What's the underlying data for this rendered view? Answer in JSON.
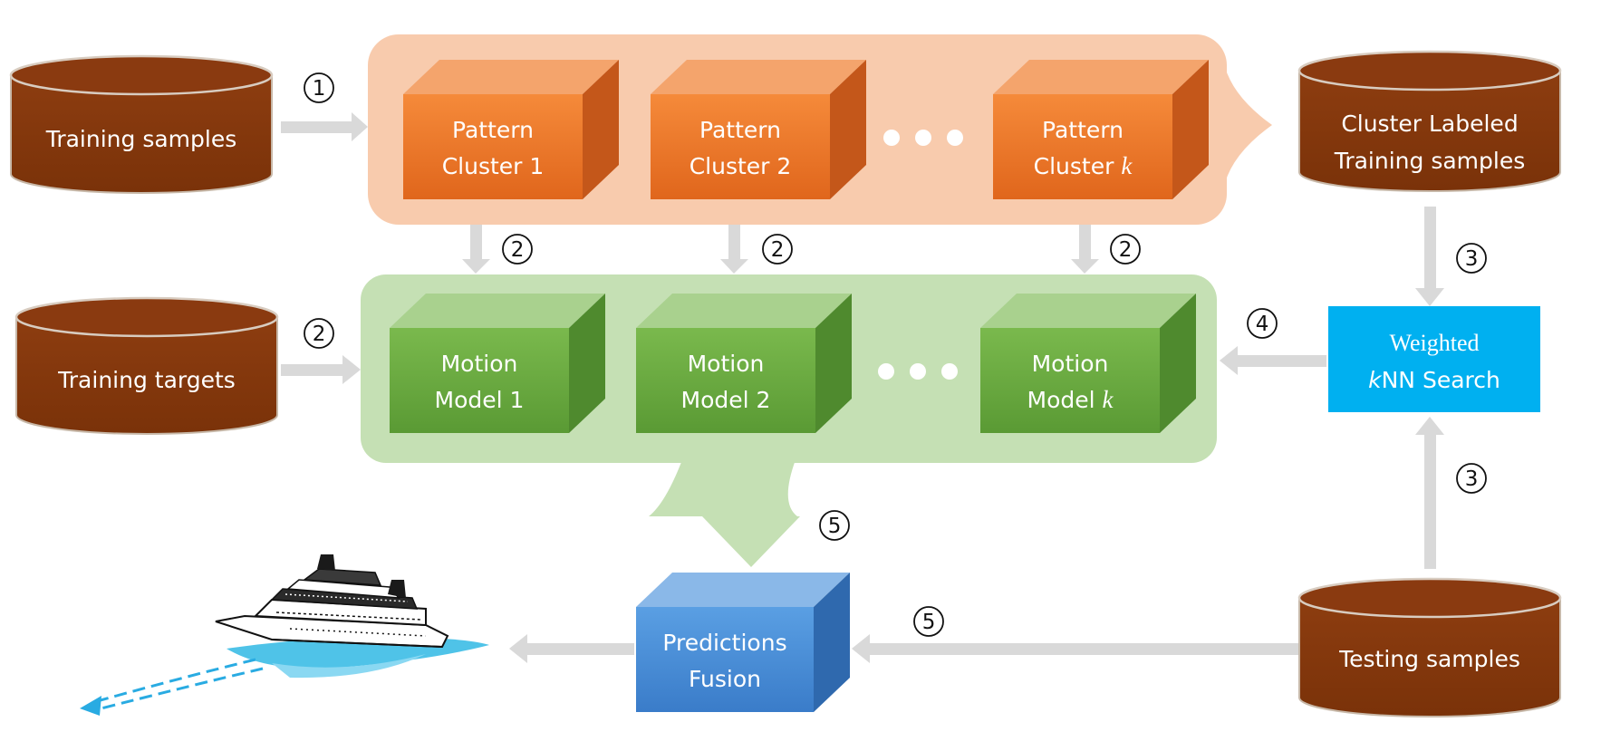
{
  "stores": {
    "training_samples": "Training samples",
    "training_targets": "Training targets",
    "cluster_labeled_line1": "Cluster Labeled",
    "cluster_labeled_line2": "Training samples",
    "testing_samples": "Testing samples"
  },
  "clusters": [
    {
      "line1": "Pattern",
      "line2": "Cluster 1"
    },
    {
      "line1": "Pattern",
      "line2": "Cluster 2"
    },
    {
      "line1": "Pattern",
      "line2": "Cluster ",
      "italic": "k"
    }
  ],
  "models": [
    {
      "line1": "Motion",
      "line2": "Model 1"
    },
    {
      "line1": "Motion",
      "line2": "Model 2"
    },
    {
      "line1": "Motion",
      "line2": "Model ",
      "italic": "k"
    }
  ],
  "knn": {
    "line1": "Weighted",
    "line2_italic": "k",
    "line2": "NN  Search"
  },
  "fusion": {
    "line1": "Predictions",
    "line2": "Fusion"
  },
  "steps": {
    "s1": "1",
    "s2": "2",
    "s3": "3",
    "s4": "4",
    "s5": "5"
  },
  "colors": {
    "store": "#8b3a0e",
    "cluster_face": "#ed7d31",
    "cluster_panel": "#f8cbad",
    "model_face": "#70ad47",
    "model_panel": "#c5e0b4",
    "knn": "#00b0f0",
    "fusion_face": "#4a8fd6",
    "arrow": "#d9d9d9",
    "ship_wave": "#4fc3e8"
  }
}
